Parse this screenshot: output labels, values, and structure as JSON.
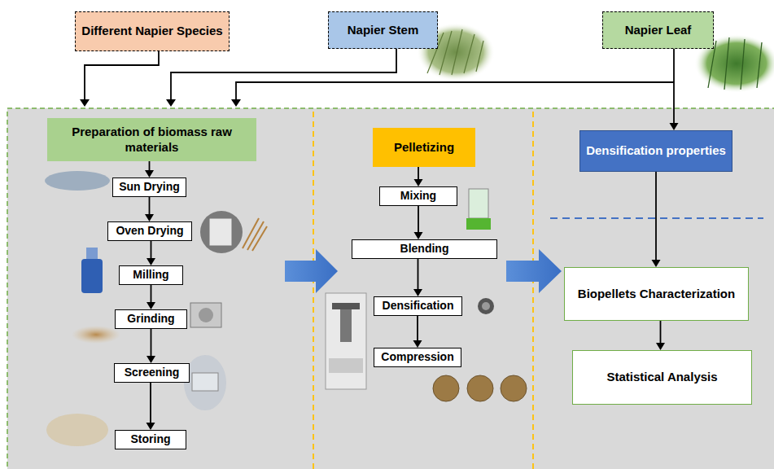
{
  "diagram": {
    "nodes": [
      {
        "text": [
          "Different Napier Species"
        ]
      },
      {
        "text": [
          "Napier Stem"
        ]
      },
      {
        "text": [
          "Napier Leaf"
        ]
      },
      {
        "text": [
          "Preparation of biomass raw materials"
        ]
      },
      {
        "text": [
          "Sun Drying"
        ]
      },
      {
        "text": [
          "Oven Drying"
        ]
      },
      {
        "text": [
          "Milling"
        ]
      },
      {
        "text": [
          "Grinding"
        ]
      },
      {
        "text": [
          "Screening"
        ]
      },
      {
        "text": [
          "Storing"
        ]
      },
      {
        "text": [
          "Pelletizing"
        ]
      },
      {
        "text": [
          "Mixing"
        ]
      },
      {
        "text": [
          "Blending"
        ]
      },
      {
        "text": [
          "Densification"
        ]
      },
      {
        "text": [
          "Compression"
        ]
      },
      {
        "text": [
          "Densification properties"
        ]
      },
      {
        "text": [
          "Biopellets Characterization"
        ]
      },
      {
        "text": [
          "Statistical Analysis"
        ]
      }
    ],
    "edges": [
      {
        "from": 3,
        "to": 4,
        "arrow": "to"
      },
      {
        "from": 4,
        "to": 5,
        "arrow": "to"
      },
      {
        "from": 5,
        "to": 6,
        "arrow": "to"
      },
      {
        "from": 6,
        "to": 7,
        "arrow": "to"
      },
      {
        "from": 7,
        "to": 8,
        "arrow": "to"
      },
      {
        "from": 8,
        "to": 9,
        "arrow": "to"
      },
      {
        "from": 10,
        "to": 11,
        "arrow": "to"
      },
      {
        "from": 11,
        "to": 12,
        "arrow": "to"
      },
      {
        "from": 12,
        "to": 13,
        "arrow": "to"
      },
      {
        "from": 13,
        "to": 14,
        "arrow": "to"
      },
      {
        "from": 2,
        "to": 15,
        "arrow": "to"
      },
      {
        "from": 15,
        "to": 16,
        "arrow": "to"
      },
      {
        "from": 16,
        "to": 17,
        "arrow": "to"
      }
    ]
  }
}
